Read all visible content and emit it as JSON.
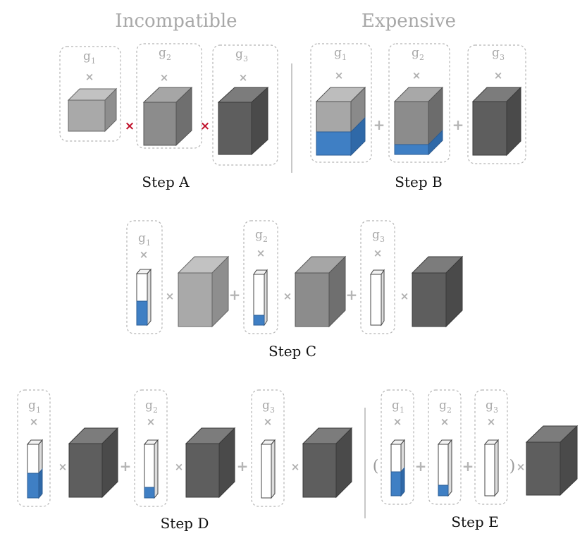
{
  "titles": {
    "left": "Incompatible",
    "right": "Expensive"
  },
  "steps": {
    "a": "Step A",
    "b": "Step B",
    "c": "Step C",
    "d": "Step D",
    "e": "Step E"
  },
  "group_label": "g",
  "subscripts": [
    "1",
    "2",
    "3"
  ],
  "symbols": {
    "times": "×",
    "plus": "+",
    "open_paren": "(",
    "close_paren": ")"
  },
  "colors": {
    "light_gray_cube": "#a8a8a8",
    "mid_gray_cube": "#8b8b8b",
    "dark_gray_cube": "#5c5c5c",
    "blue_fill": "#3f7fc4",
    "incompatible_mark": "#c0102a"
  },
  "icons": [
    "cube",
    "thin-bar",
    "dashed-group-box"
  ]
}
